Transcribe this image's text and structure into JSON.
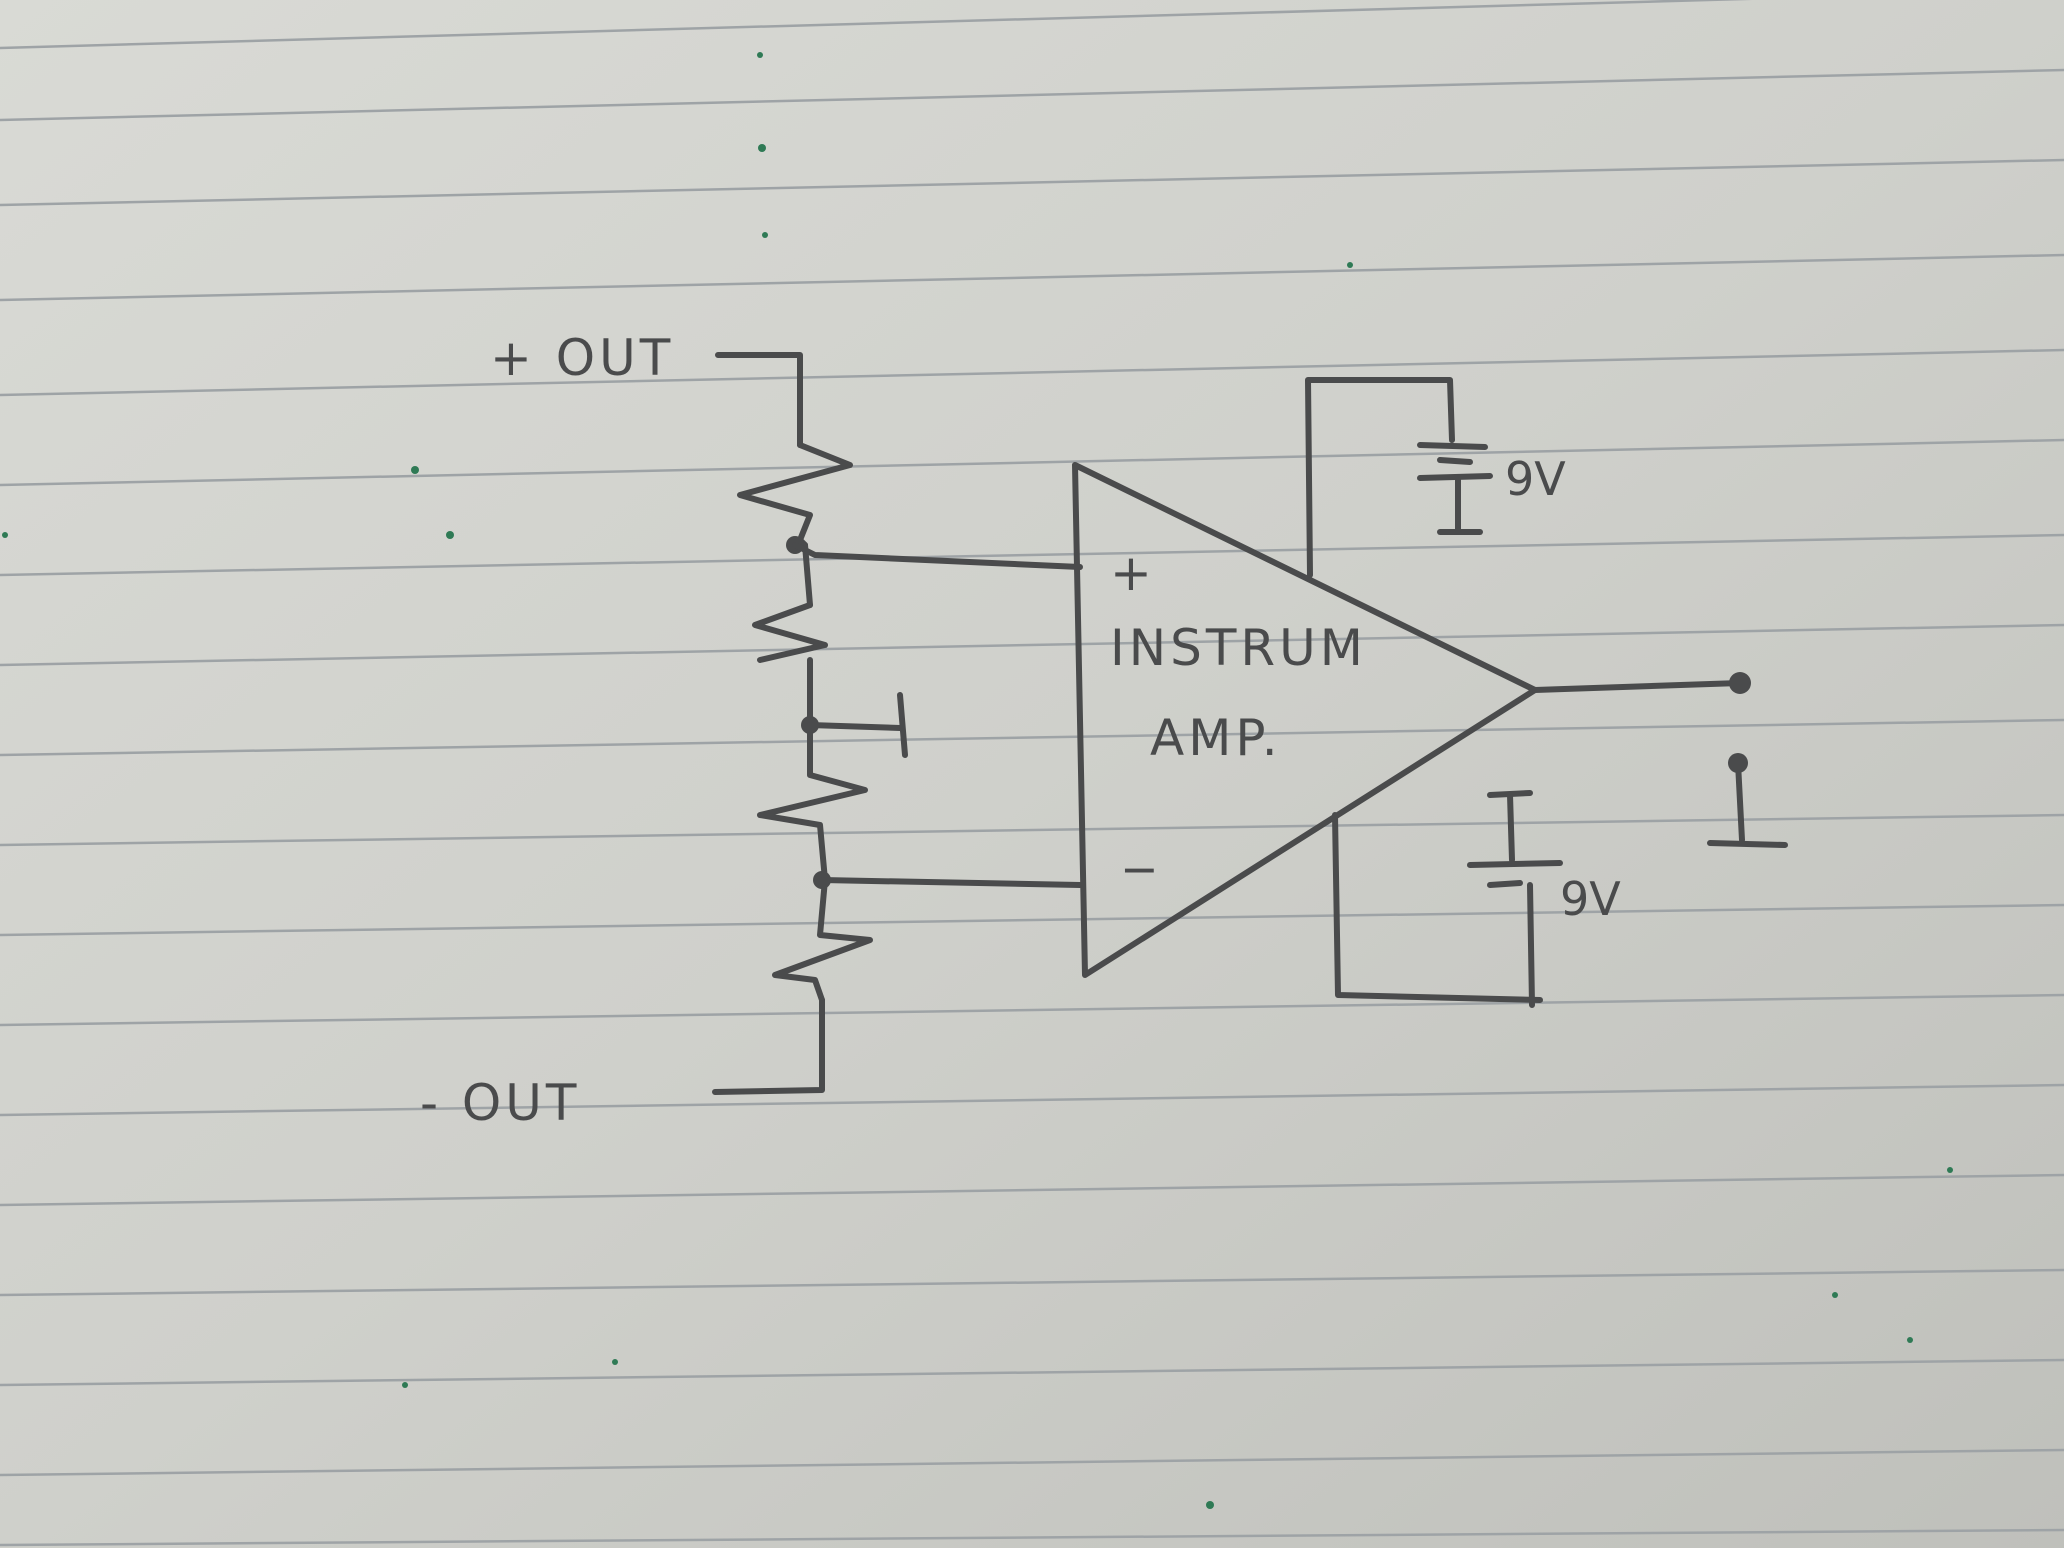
{
  "labels": {
    "plus_out": "+ OUT",
    "minus_out": "- OUT",
    "amp_line1": "INSTRUM",
    "amp_line2": "AMP.",
    "plus_input": "+",
    "minus_input": "−",
    "battery_top": "9V",
    "battery_bottom": "9V"
  },
  "colors": {
    "paper": "#cfd0cb",
    "ink": "#4a4b4c",
    "rule": "#9ea3a6"
  }
}
